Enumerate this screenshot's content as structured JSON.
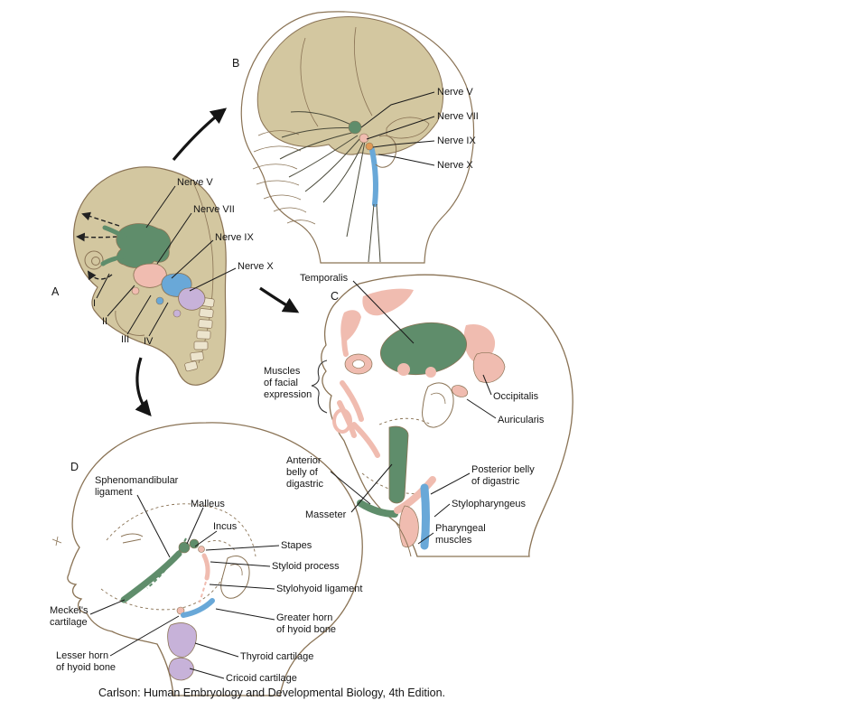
{
  "caption": "Carlson: Human Embryology and Developmental Biology, 4th Edition.",
  "colors": {
    "tissue_tan": "#d3c7a0",
    "arch1_green": "#5f8d6b",
    "arch2_pink": "#f0bcb0",
    "arch3_blue": "#69a8d8",
    "arch4_purple": "#c7b2d9",
    "outline_brown": "#8a7355"
  },
  "panelA": {
    "label": "A",
    "nerves": [
      "Nerve V",
      "Nerve VII",
      "Nerve IX",
      "Nerve X"
    ],
    "arches": [
      "I",
      "II",
      "III",
      "IV"
    ]
  },
  "panelB": {
    "label": "B",
    "nerves": [
      "Nerve V",
      "Nerve VII",
      "Nerve IX",
      "Nerve X"
    ]
  },
  "panelC": {
    "label": "C",
    "labels": {
      "temporalis": "Temporalis",
      "facial": "Muscles\nof facial\nexpression",
      "occipitalis": "Occipitalis",
      "auricularis": "Auricularis",
      "anterior_digastric": "Anterior\nbelly of\ndigastric",
      "posterior_digastric": "Posterior belly\nof digastric",
      "stylopharyngeus": "Stylopharyngeus",
      "masseter": "Masseter",
      "pharyngeal": "Pharyngeal\nmuscles"
    }
  },
  "panelD": {
    "label": "D",
    "labels": {
      "sphenomandibular": "Sphenomandibular\nligament",
      "malleus": "Malleus",
      "incus": "Incus",
      "stapes": "Stapes",
      "styloid": "Styloid process",
      "stylohyoid": "Stylohyoid ligament",
      "greater_horn": "Greater horn\nof hyoid bone",
      "meckels": "Meckel's\ncartilage",
      "lesser_horn": "Lesser horn\nof hyoid bone",
      "thyroid": "Thyroid cartilage",
      "cricoid": "Cricoid cartilage"
    }
  }
}
